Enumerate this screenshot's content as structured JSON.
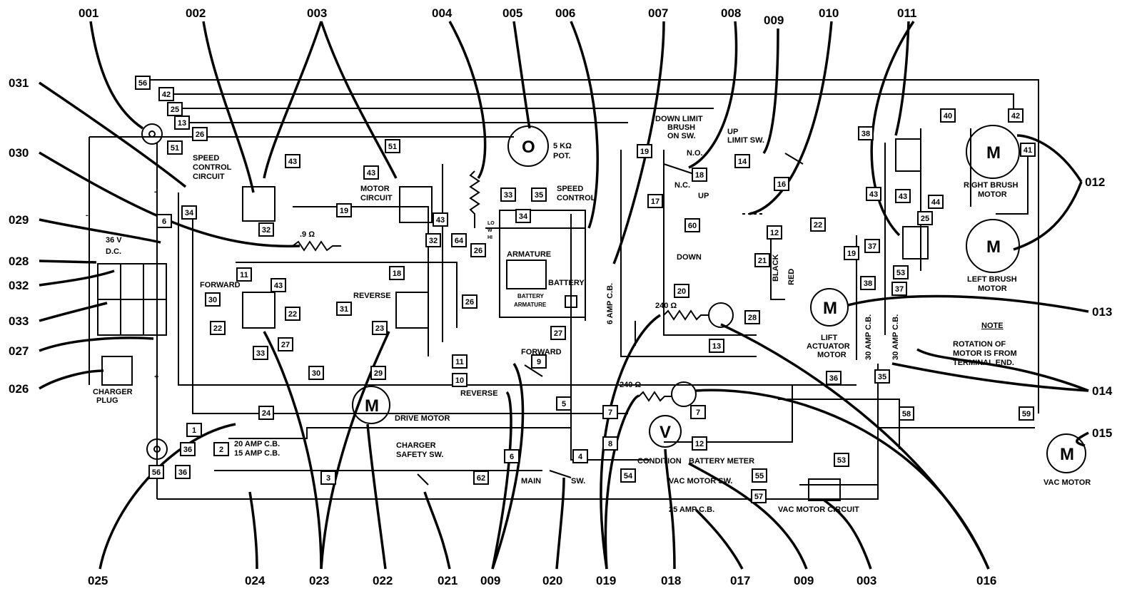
{
  "callouts": {
    "top": [
      "001",
      "002",
      "003",
      "004",
      "005",
      "006",
      "007",
      "008",
      "009",
      "010",
      "011"
    ],
    "left": [
      "031",
      "030",
      "029",
      "028",
      "032",
      "033",
      "027",
      "026"
    ],
    "bottom": [
      "025",
      "024",
      "023",
      "022",
      "021",
      "009",
      "020",
      "019",
      "018",
      "017",
      "009",
      "003",
      "016"
    ],
    "right": [
      "012",
      "013",
      "014",
      "015"
    ]
  },
  "labels": {
    "down_limit": [
      "DOWN LIMIT",
      "BRUSH",
      "ON SW."
    ],
    "no": "N.O.",
    "nc": "N.C.",
    "up_limit": [
      "UP",
      "LIMIT SW."
    ],
    "up": "UP",
    "down": "DOWN",
    "res_240_a": "240 Ω",
    "black": "BLACK",
    "red": "RED",
    "lift_motor": [
      "LIFT",
      "ACTUATOR",
      "MOTOR"
    ],
    "right_brush": [
      "RIGHT BRUSH",
      "MOTOR"
    ],
    "left_brush": [
      "LEFT BRUSH",
      "MOTOR"
    ],
    "note_title": "NOTE",
    "note_text": [
      "ROTATION OF",
      "MOTOR IS FROM",
      "TERMINAL END."
    ],
    "speed_control_circuit": [
      "SPEED",
      "CONTROL",
      "CIRCUIT"
    ],
    "motor_circuit": [
      "MOTOR",
      "CIRCUIT"
    ],
    "res_09": ".9 Ω",
    "forward_relay": "FORWARD",
    "reverse_relay": "REVERSE",
    "battery_voltage": [
      "36 V",
      "D.C."
    ],
    "pot": [
      "5 KΩ",
      "POT."
    ],
    "speed_control": [
      "SPEED",
      "CONTROL"
    ],
    "armature": "ARMATURE",
    "battery": "BATTERY",
    "battery_armature": [
      "BATTERY",
      "ARMATURE"
    ],
    "pot_taps": [
      "LO",
      "W",
      "HI"
    ],
    "cb_6": "6 AMP C.B.",
    "forward_sw": "FORWARD",
    "reverse_sw": "REVERSE",
    "drive_motor": "DRIVE MOTOR",
    "charger_plug": [
      "CHARGER",
      "PLUG"
    ],
    "cb_20_15": [
      "20 AMP C.B.",
      "15 AMP C.B."
    ],
    "charger_safety": [
      "CHARGER",
      "SAFETY SW."
    ],
    "main": "MAIN",
    "sw": "SW.",
    "res_240_b": "240 Ω",
    "condition": "CONDITION",
    "battery_meter": "BATTERY METER",
    "vac_motor_sw": "VAC MOTOR SW.",
    "cb_25": "25 AMP C.B.",
    "vac_motor_circuit": "VAC MOTOR CIRCUIT",
    "vac_motor": "VAC MOTOR",
    "cb_30_a": "30 AMP C.B.",
    "cb_30_b": "30 AMP C.B.",
    "motor_letter": "M",
    "meter_letter": "V",
    "pot_letter": "O",
    "minus": "-",
    "plus": "+"
  },
  "wire_numbers": [
    "56",
    "42",
    "25",
    "13",
    "26",
    "51",
    "43",
    "51",
    "43",
    "34",
    "19",
    "32",
    "43",
    "32",
    "64",
    "26",
    "33",
    "35",
    "34",
    "11",
    "30",
    "43",
    "22",
    "22",
    "33",
    "27",
    "31",
    "18",
    "23",
    "26",
    "27",
    "30",
    "29",
    "11",
    "9",
    "10",
    "5",
    "24",
    "1",
    "2",
    "36",
    "56",
    "36",
    "3",
    "62",
    "6",
    "4",
    "8",
    "7",
    "7",
    "12",
    "54",
    "55",
    "57",
    "53",
    "19",
    "17",
    "18",
    "14",
    "16",
    "60",
    "12",
    "21",
    "22",
    "20",
    "28",
    "13",
    "38",
    "43",
    "43",
    "40",
    "42",
    "41",
    "44",
    "25",
    "37",
    "19",
    "38",
    "37",
    "53",
    "58",
    "59",
    "35",
    "36",
    "6"
  ]
}
